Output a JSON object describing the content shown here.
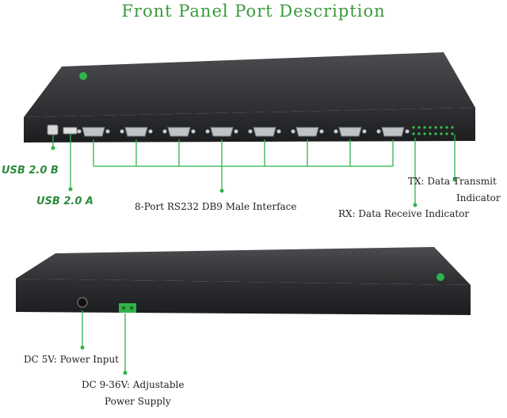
{
  "title": "Front Panel Port Description",
  "labels": {
    "usb_b": "USB 2.0 B",
    "usb_a": "USB 2.0 A",
    "rs232": "8-Port RS232 DB9 Male Interface",
    "tx_line1": "TX: Data Transmit",
    "tx_line2": "Indicator",
    "rx": "RX: Data Receive Indicator",
    "dc5v": "DC 5V: Power Input",
    "dc936_line1": "DC 9-36V: Adjustable",
    "dc936_line2": "Power Supply"
  },
  "colors": {
    "accent_green": "#2fb34a",
    "title_green": "#3a9a3a",
    "device_body": "#2b2d2f"
  }
}
